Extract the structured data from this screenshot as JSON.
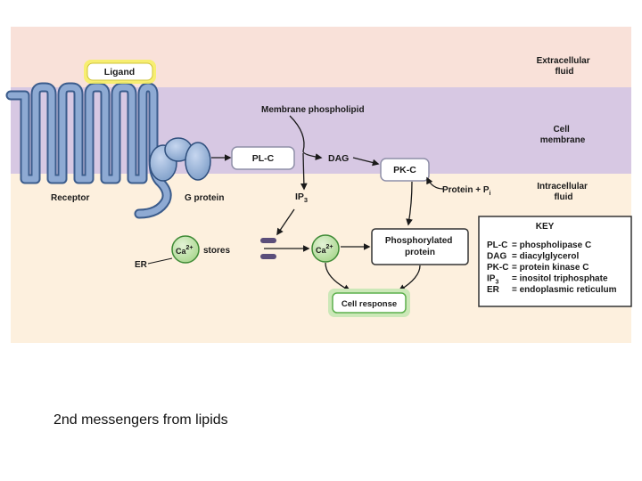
{
  "regions": {
    "extracellular": [
      "Extracellular",
      "fluid"
    ],
    "membrane": [
      "Cell",
      "membrane"
    ],
    "intracellular": [
      "Intracellular",
      "fluid"
    ]
  },
  "nodes": {
    "ligand": "Ligand",
    "receptor": "Receptor",
    "g_protein": "G protein",
    "membrane_phospholipid": "Membrane phospholipid",
    "plc": "PL-C",
    "dag": "DAG",
    "pkc": "PK-C",
    "protein_pi": "Protein + P",
    "protein_pi_sub": "i",
    "ip3": "IP",
    "ip3_sub": "3",
    "ca_ion": "Ca",
    "ca_charge": "2+",
    "stores": "stores",
    "er": "ER",
    "phosphorylated_protein": [
      "Phosphorylated",
      "protein"
    ],
    "cell_response": "Cell response"
  },
  "key": {
    "title": "KEY",
    "rows": [
      {
        "abbr": "PL-C",
        "sub": "",
        "def": "= phospholipase C"
      },
      {
        "abbr": "DAG",
        "sub": "",
        "def": "= diacylglycerol"
      },
      {
        "abbr": "PK-C",
        "sub": "",
        "def": "= protein kinase C"
      },
      {
        "abbr": "IP",
        "sub": "3",
        "def": "= inositol triphosphate"
      },
      {
        "abbr": "ER",
        "sub": "",
        "def": "= endoplasmic reticulum"
      }
    ]
  },
  "colors": {
    "extracellular": "#f9e1d9",
    "membrane": "#d7c8e3",
    "intracellular": "#fdf0de",
    "receptor": "#7f9fc9",
    "g_protein": "#90acd6",
    "green_box": "#cce8b8",
    "green_border": "#5db04d",
    "ligand_glow": "#f7f05e"
  },
  "caption": "2nd messengers from lipids"
}
